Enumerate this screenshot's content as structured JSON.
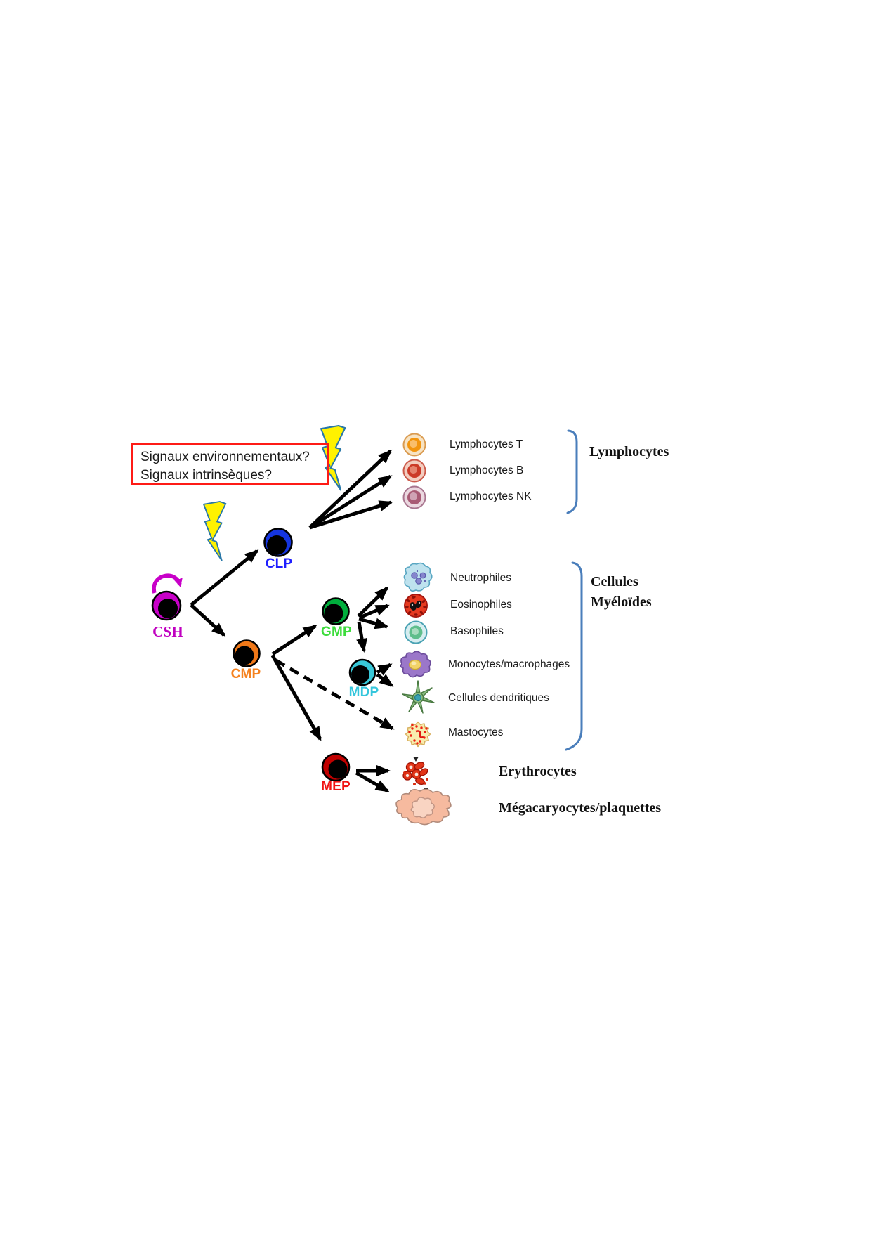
{
  "figure": {
    "type": "hematopoiesis-differentiation-diagram",
    "language": "fr"
  },
  "question_box": {
    "line1": "Signaux environnementaux?",
    "line2": "Signaux intrinsèques?"
  },
  "nodes": {
    "csh": {
      "label": "CSH"
    },
    "clp": {
      "label": "CLP"
    },
    "cmp": {
      "label": "CMP"
    },
    "gmp": {
      "label": "GMP"
    },
    "mdp": {
      "label": "MDP"
    },
    "mep": {
      "label": "MEP"
    }
  },
  "lymphoid": {
    "header": "Lymphocytes",
    "items": [
      {
        "label": "Lymphocytes T",
        "icon": "lymphocyte-t-icon"
      },
      {
        "label": "Lymphocytes B",
        "icon": "lymphocyte-b-icon"
      },
      {
        "label": "Lymphocytes NK",
        "icon": "lymphocyte-nk-icon"
      }
    ]
  },
  "myeloid": {
    "header_line1": "Cellules",
    "header_line2": "Myéloïdes",
    "items": [
      {
        "label": "Neutrophiles",
        "icon": "neutrophil-icon"
      },
      {
        "label": "Eosinophiles",
        "icon": "eosinophil-icon"
      },
      {
        "label": "Basophiles",
        "icon": "basophil-icon"
      },
      {
        "label": "Monocytes/macrophages",
        "icon": "monocyte-macrophage-icon"
      },
      {
        "label": "Cellules dendritiques",
        "icon": "dendritic-cell-icon"
      },
      {
        "label": "Mastocytes",
        "icon": "mast-cell-icon"
      }
    ]
  },
  "erythroid": {
    "items": [
      {
        "label": "Erythrocytes",
        "icon": "erythrocytes-icon"
      },
      {
        "label": "Mégacaryocytes/plaquettes",
        "icon": "megakaryocyte-icon"
      }
    ]
  },
  "colors": {
    "box_border": "#FE1B16",
    "bolt_fill": "#FFF200",
    "bolt_stroke": "#2877A8",
    "bracket": "#4A7EBB",
    "arrow": "#000000",
    "csh_ring": "#C800C8",
    "csh_label": "#C000C0",
    "clp_ring": "#1535E0",
    "clp_label": "#1F1FFF",
    "cmp_ring": "#F07818",
    "cmp_label": "#F5821F",
    "gmp_ring": "#00AE3C",
    "gmp_label": "#3CDC3C",
    "mdp_ring": "#38C8D8",
    "mdp_label": "#35C6DC",
    "mep_ring": "#C00000",
    "mep_label": "#F01414",
    "self_renewal_arrow": "#C800C8"
  }
}
